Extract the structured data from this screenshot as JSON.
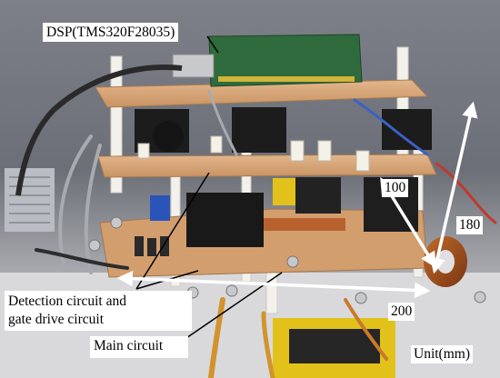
{
  "figure": {
    "callouts": {
      "dsp": "DSP(TMS320F28035)",
      "detection": "Detection circuit and\ngate drive circuit",
      "main": "Main circuit"
    },
    "dimensions": {
      "height": "180",
      "depth": "100",
      "width": "200",
      "unit": "Unit(mm)"
    },
    "colors": {
      "pcb": "#d9a77c",
      "dsp_board": "#2f6b3c",
      "heatsink": "#1c1c1c",
      "arrow": "#ffffff",
      "capacitor_blue": "#2a54b8",
      "transformer_yellow": "#e2c21a"
    }
  }
}
